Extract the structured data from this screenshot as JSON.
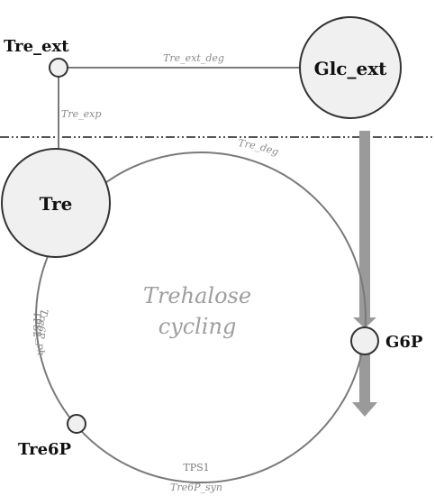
{
  "colors": {
    "node_fill": "#f0f0f0",
    "node_stroke": "#333333",
    "edge": "#7a7a7a",
    "flux_arrow": "#9a9a9a",
    "boundary": "#555555"
  },
  "nodes": {
    "tre_ext": "Tre_ext",
    "glc_ext": "Glc_ext",
    "tre": "Tre",
    "g6p": "G6P",
    "tre6p": "Tre6P"
  },
  "reactions": {
    "tre_ext_deg": "Tre_ext_deg",
    "tre_exp": "Tre_exp",
    "tre_deg": "Tre_deg",
    "tre6p_pho": "Tre6P_pho",
    "tre6p_syn": "Tre6P_syn"
  },
  "enzymes": {
    "tps2": "TPS2",
    "tps1": "TPS1"
  },
  "cycle": {
    "line1": "Trehalose",
    "line2": "cycling"
  }
}
